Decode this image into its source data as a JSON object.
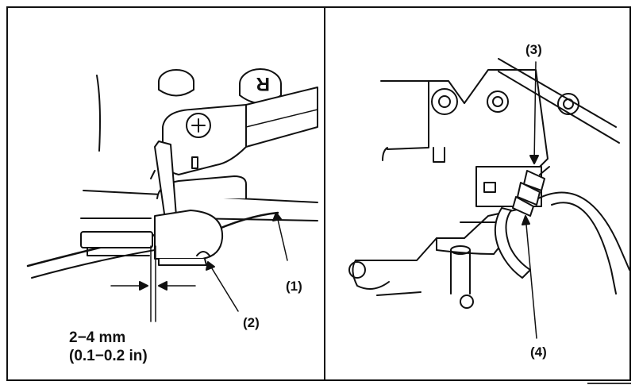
{
  "left_panel": {
    "callout_1": "(1)",
    "callout_2": "(2)",
    "knob_letter": "R",
    "spec_metric": "2−4 mm",
    "spec_imperial": "(0.1−0.2 in)"
  },
  "right_panel": {
    "callout_3": "(3)",
    "callout_4": "(4)"
  },
  "colors": {
    "ink": "#111111",
    "background": "#ffffff"
  }
}
